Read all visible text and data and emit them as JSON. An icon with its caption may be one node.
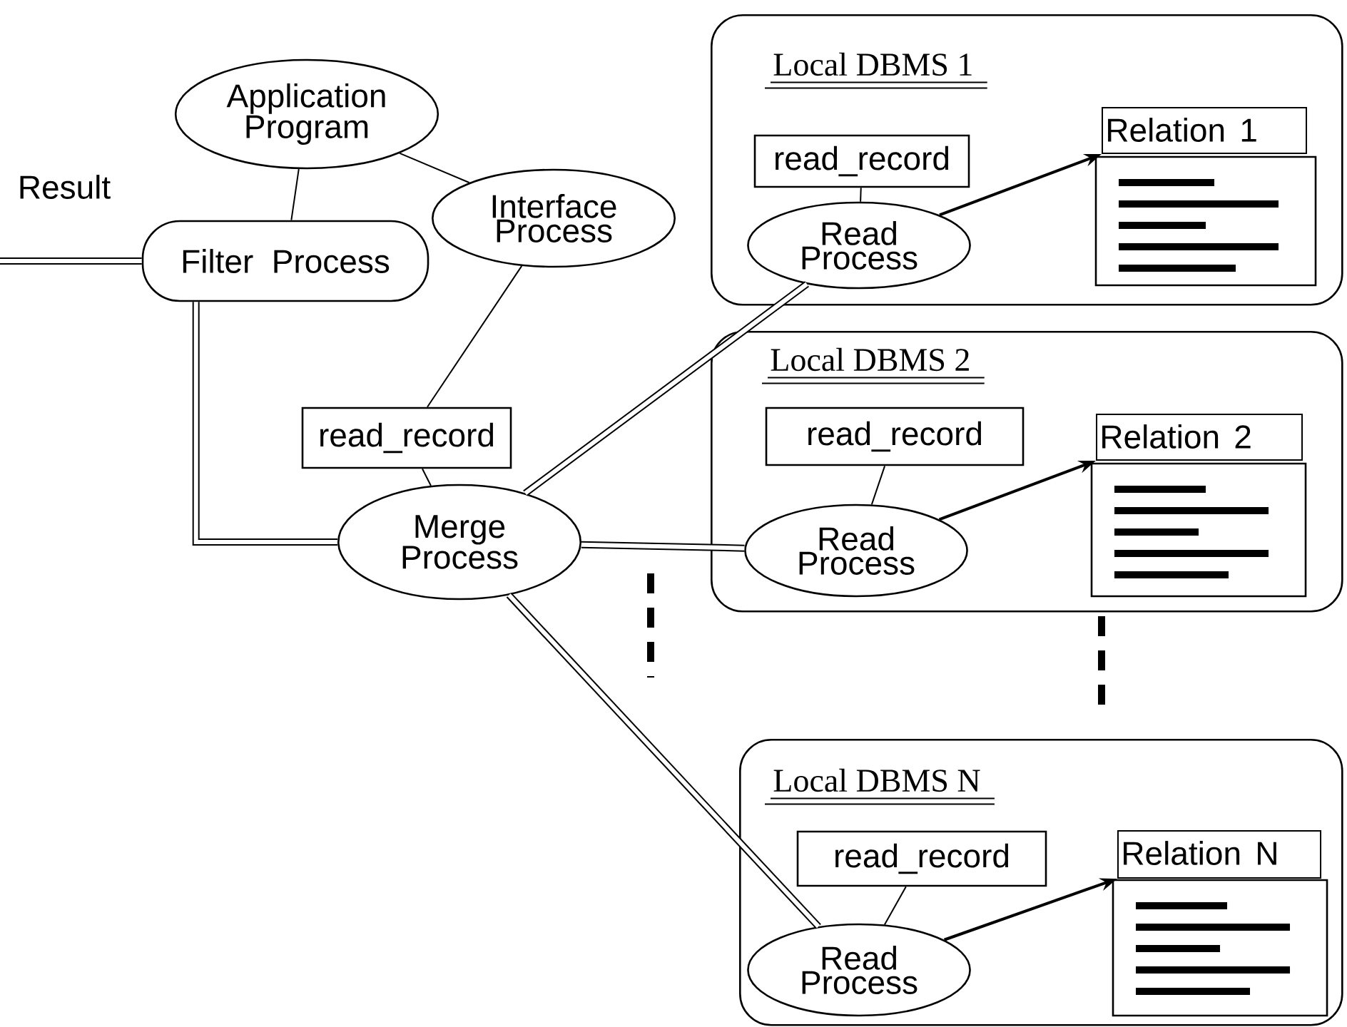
{
  "diagram": {
    "nodes": [
      {
        "text": [
          "Application Program"
        ]
      },
      {
        "text": [
          "Interface Process"
        ]
      },
      {
        "text": [
          "Filter Process"
        ]
      },
      {
        "text": [
          "read_record"
        ]
      },
      {
        "text": [
          "Merge Process"
        ]
      },
      {
        "text": [
          "Local DBMS 1"
        ]
      },
      {
        "text": [
          "read_record"
        ],
        "in": 5
      },
      {
        "text": [
          "Read Process"
        ],
        "in": 5
      },
      {
        "text": [
          "Relation 1"
        ],
        "in": 5
      },
      {
        "text": [
          "Local DBMS 2"
        ]
      },
      {
        "text": [
          "read_record"
        ],
        "in": 9
      },
      {
        "text": [
          "Read Process"
        ],
        "in": 9
      },
      {
        "text": [
          "Relation 2"
        ],
        "in": 9
      },
      {
        "text": [
          "Local DBMS N"
        ]
      },
      {
        "text": [
          "read_record"
        ],
        "in": 13
      },
      {
        "text": [
          "Read Process"
        ],
        "in": 13
      },
      {
        "text": [
          "Relation N"
        ],
        "in": 13
      }
    ],
    "edges": [
      {
        "from": 2,
        "to": null,
        "arrow": "none",
        "style": "thick",
        "label": "Result"
      },
      {
        "from": 0,
        "to": 2,
        "arrow": "none"
      },
      {
        "from": 0,
        "to": 1,
        "arrow": "none"
      },
      {
        "from": 1,
        "to": 3,
        "arrow": "none"
      },
      {
        "from": 3,
        "to": 4,
        "arrow": "none"
      },
      {
        "from": 2,
        "to": 4,
        "arrow": "none",
        "style": "thick"
      },
      {
        "from": 4,
        "to": 7,
        "arrow": "none",
        "style": "thick"
      },
      {
        "from": 4,
        "to": 11,
        "arrow": "none",
        "style": "thick"
      },
      {
        "from": 4,
        "to": 15,
        "arrow": "none",
        "style": "thick"
      },
      {
        "from": 6,
        "to": 7,
        "arrow": "none"
      },
      {
        "from": 10,
        "to": 11,
        "arrow": "none"
      },
      {
        "from": 14,
        "to": 15,
        "arrow": "none"
      },
      {
        "from": 7,
        "to": 8,
        "arrow": "to"
      },
      {
        "from": 11,
        "to": 12,
        "arrow": "to"
      },
      {
        "from": 15,
        "to": 16,
        "arrow": "to"
      }
    ]
  }
}
